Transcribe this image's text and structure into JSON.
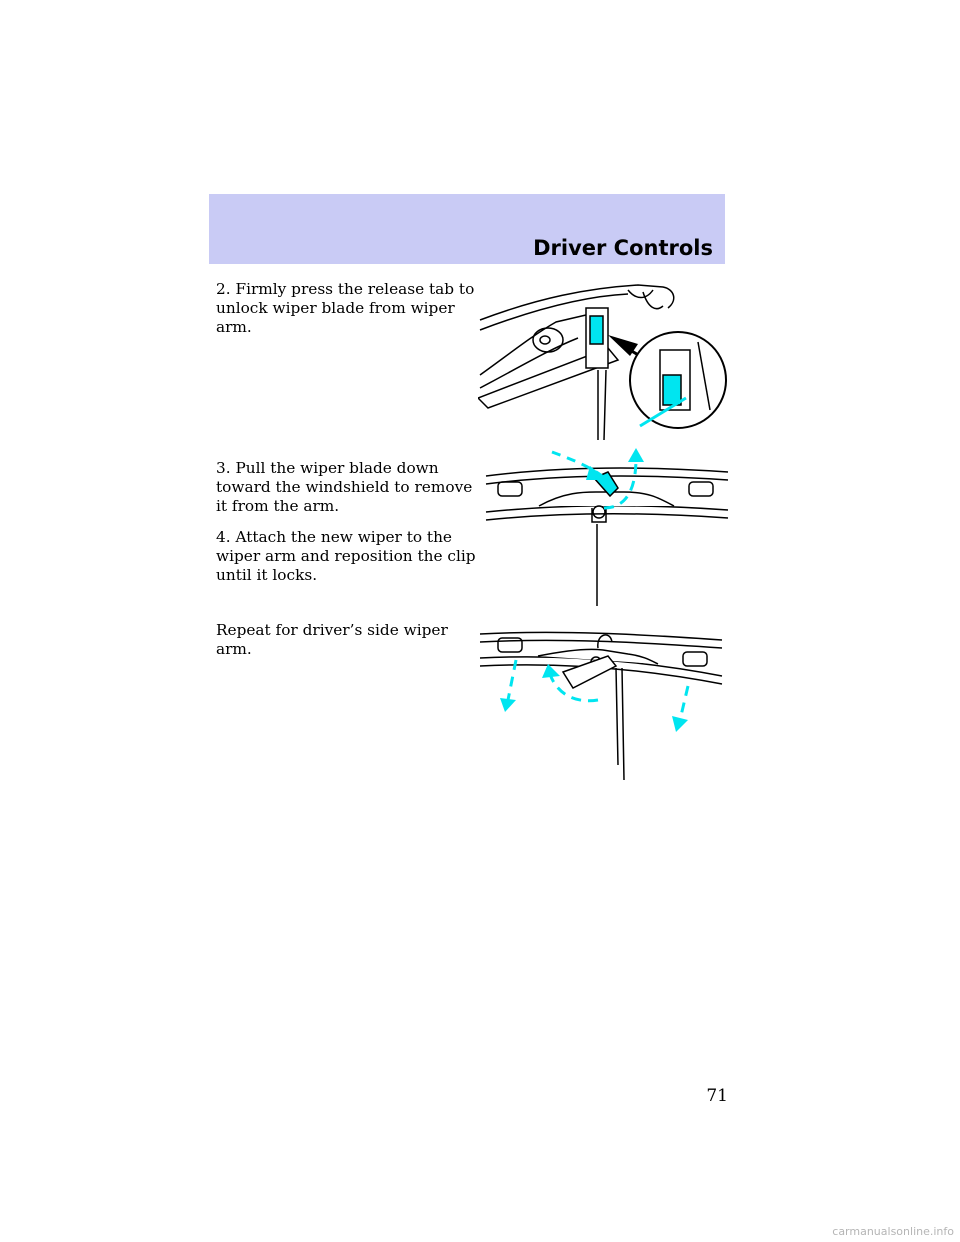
{
  "header": {
    "section_title": "Driver Controls"
  },
  "content": {
    "steps": [
      "2. Firmly press the release tab to unlock wiper blade from wiper arm.",
      "3. Pull the wiper blade down toward the windshield to remove it from the arm.",
      "4. Attach the new wiper to the wiper arm and reposition the clip until it locks.",
      "Repeat for driver’s side wiper arm."
    ]
  },
  "footer": {
    "page_number": "71",
    "watermark": "carmanualsonline.info"
  },
  "colors": {
    "header_band": "#c9cbf5",
    "highlight": "#00e5f0",
    "line": "#000000"
  }
}
